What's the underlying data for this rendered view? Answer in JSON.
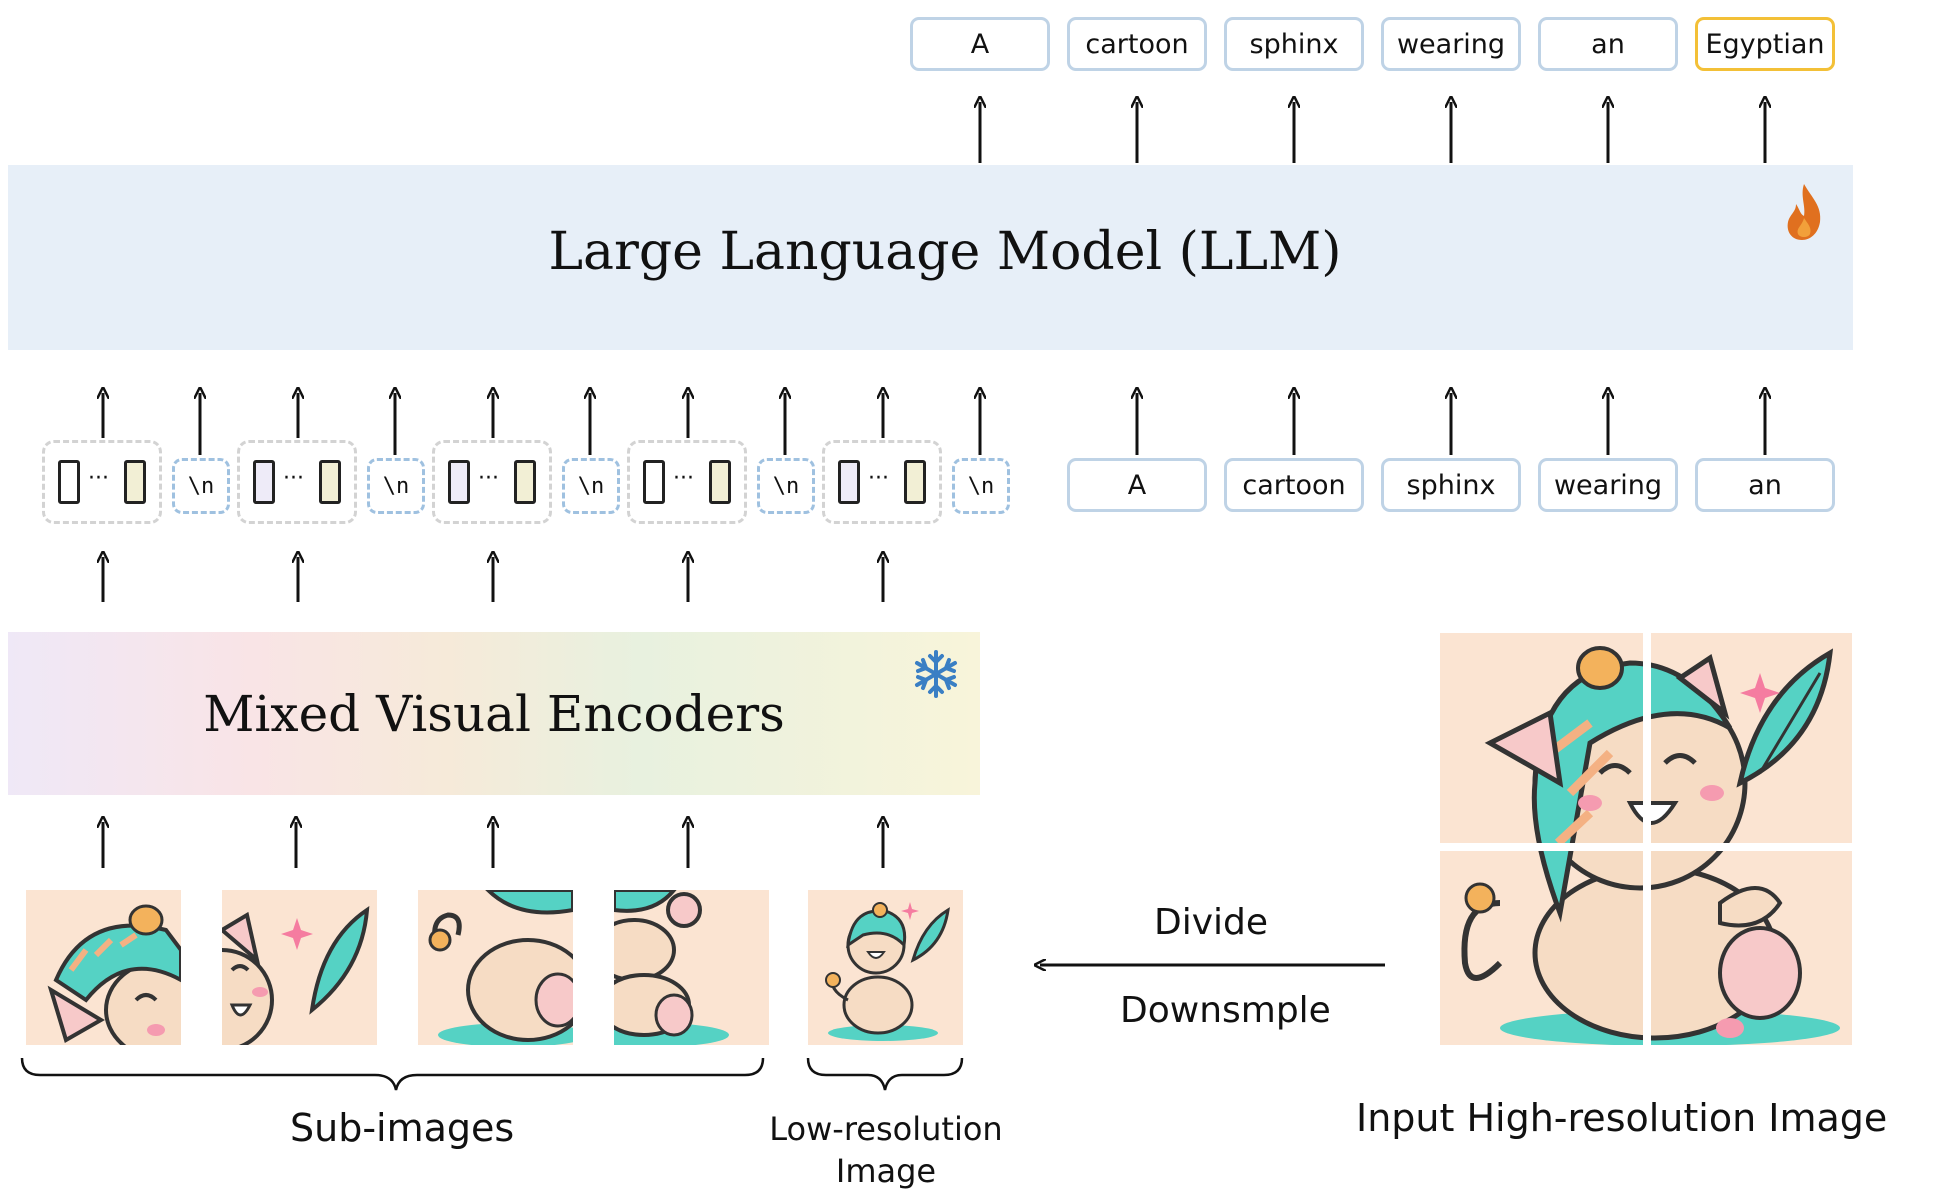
{
  "output_tokens": [
    "A",
    "cartoon",
    "sphinx",
    "wearing",
    "an",
    "Egyptian"
  ],
  "llm_title": "Large Language Model (LLM)",
  "visual_groups": [
    {
      "newline": "\\n"
    },
    {
      "newline": "\\n"
    },
    {
      "newline": "\\n"
    },
    {
      "newline": "\\n"
    },
    {
      "newline": "\\n"
    }
  ],
  "ellipsis": "···",
  "input_tokens": [
    "A",
    "cartoon",
    "sphinx",
    "wearing",
    "an"
  ],
  "encoder_title": "Mixed Visual Encoders",
  "divide_label": "Divide",
  "downsample_label": "Downsmple",
  "sub_images_label": "Sub-images",
  "low_res_label_line1": "Low-resolution",
  "low_res_label_line2": "Image",
  "high_res_label": "Input High-resolution Image",
  "icons": {
    "llm": "flame-icon",
    "encoder": "snowflake-icon"
  },
  "colors": {
    "llm_bg": "#e7eff8",
    "token_border": "#bfd3e6",
    "highlight_border": "#f3c037",
    "newline_border": "#9fc1e0",
    "flame": "#e0701f",
    "snowflake": "#3a7fc4"
  }
}
